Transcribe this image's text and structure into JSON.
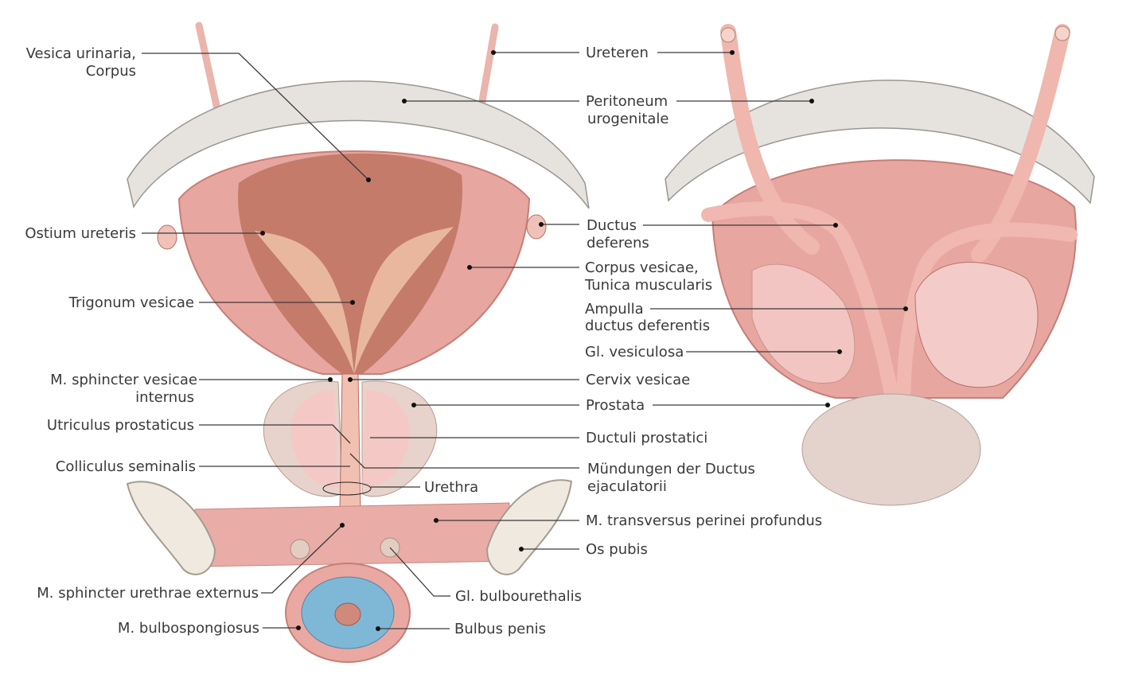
{
  "labels": {
    "vesica_1": "Vesica urinaria,",
    "vesica_2": "Corpus",
    "ostium": "Ostium ureteris",
    "trigonum": "Trigonum vesicae",
    "sphincter_ves_1": "M. sphincter vesicae",
    "sphincter_ves_2": "internus",
    "utriculus": "Utriculus prostaticus",
    "colliculus": "Colliculus seminalis",
    "sphincter_ureth": "M. sphincter urethrae externus",
    "bulbospong": "M. bulbospongiosus",
    "ureteren": "Ureteren",
    "peritoneum_1": "Peritoneum",
    "peritoneum_2": "urogenitale",
    "ductus_def_1": "Ductus",
    "ductus_def_2": "deferens",
    "corpus_ves_1": "Corpus vesicae,",
    "corpus_ves_2": "Tunica muscularis",
    "ampulla_1": "Ampulla",
    "ampulla_2": "ductus deferentis",
    "gl_vesiculosa": "Gl. vesiculosa",
    "cervix": "Cervix vesicae",
    "prostata": "Prostata",
    "ductuli": "Ductuli prostatici",
    "muendungen_1": "Mündungen der Ductus",
    "muendungen_2": "ejaculatorii",
    "urethra": "Urethra",
    "transversus": "M. transversus perinei profundus",
    "os_pubis": "Os pubis",
    "gl_bulbo": "Gl. bulbourethalis",
    "bulbus": "Bulbus penis"
  },
  "colors": {
    "muscle": "#e8a6a0",
    "mucosa": "#b9685a",
    "peritoneum": "#e6e3df",
    "prostate": "#e9d2cc",
    "bulbus": "#7fb7d6",
    "bone": "#efe9df"
  }
}
